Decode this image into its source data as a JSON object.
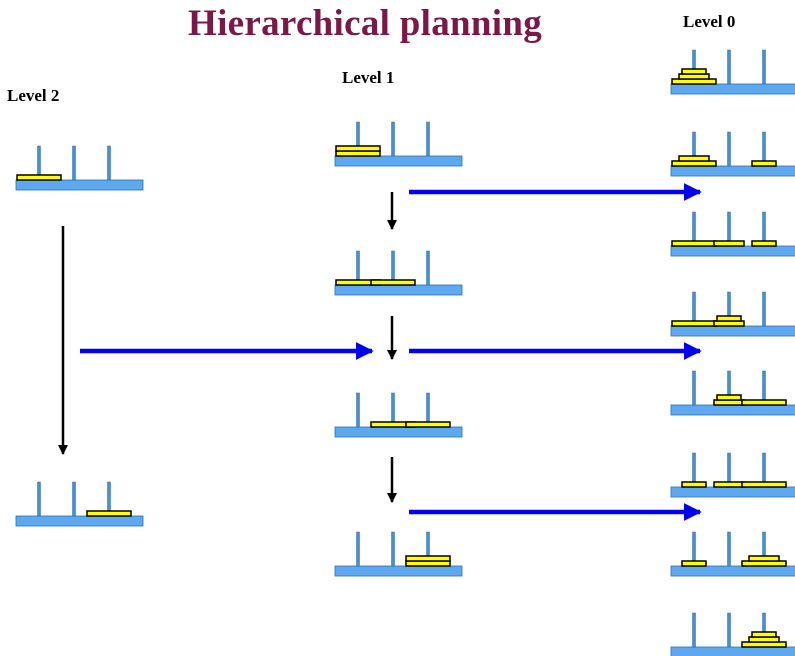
{
  "title": "Hierarchical planning",
  "levels": {
    "level2": "Level 2",
    "level1": "Level 1",
    "level0": "Level 0"
  },
  "colors": {
    "title": "#7a1848",
    "base": "#5ea8f0",
    "peg": "#4b8ed0",
    "disk": "#ffff00",
    "outline": "#000000",
    "refinement_arrow": "#0000ee",
    "step_arrow": "#000000"
  },
  "states": {
    "level2": [
      [
        [
          "AB"
        ],
        [],
        []
      ],
      [
        [],
        [],
        [
          "AB"
        ]
      ]
    ],
    "level1": [
      [
        [
          "B",
          "A"
        ],
        [],
        []
      ],
      [
        [
          "B"
        ],
        [
          "A"
        ],
        []
      ],
      [
        [],
        [
          "A"
        ],
        [
          "B"
        ]
      ],
      [
        [],
        [],
        [
          "B",
          "A"
        ]
      ]
    ],
    "level0": [
      [
        [
          "3",
          "2",
          "1"
        ],
        [],
        []
      ],
      [
        [
          "3",
          "2"
        ],
        [],
        [
          "1"
        ]
      ],
      [
        [
          "3"
        ],
        [
          "2"
        ],
        [
          "1"
        ]
      ],
      [
        [
          "3"
        ],
        [
          "2",
          "1"
        ],
        []
      ],
      [
        [],
        [
          "2",
          "1"
        ],
        [
          "3"
        ]
      ],
      [
        [
          "1"
        ],
        [
          "2"
        ],
        [
          "3"
        ]
      ],
      [
        [
          "1"
        ],
        [],
        [
          "3",
          "2"
        ]
      ],
      [
        [],
        [],
        [
          "3",
          "2",
          "1"
        ]
      ]
    ]
  }
}
